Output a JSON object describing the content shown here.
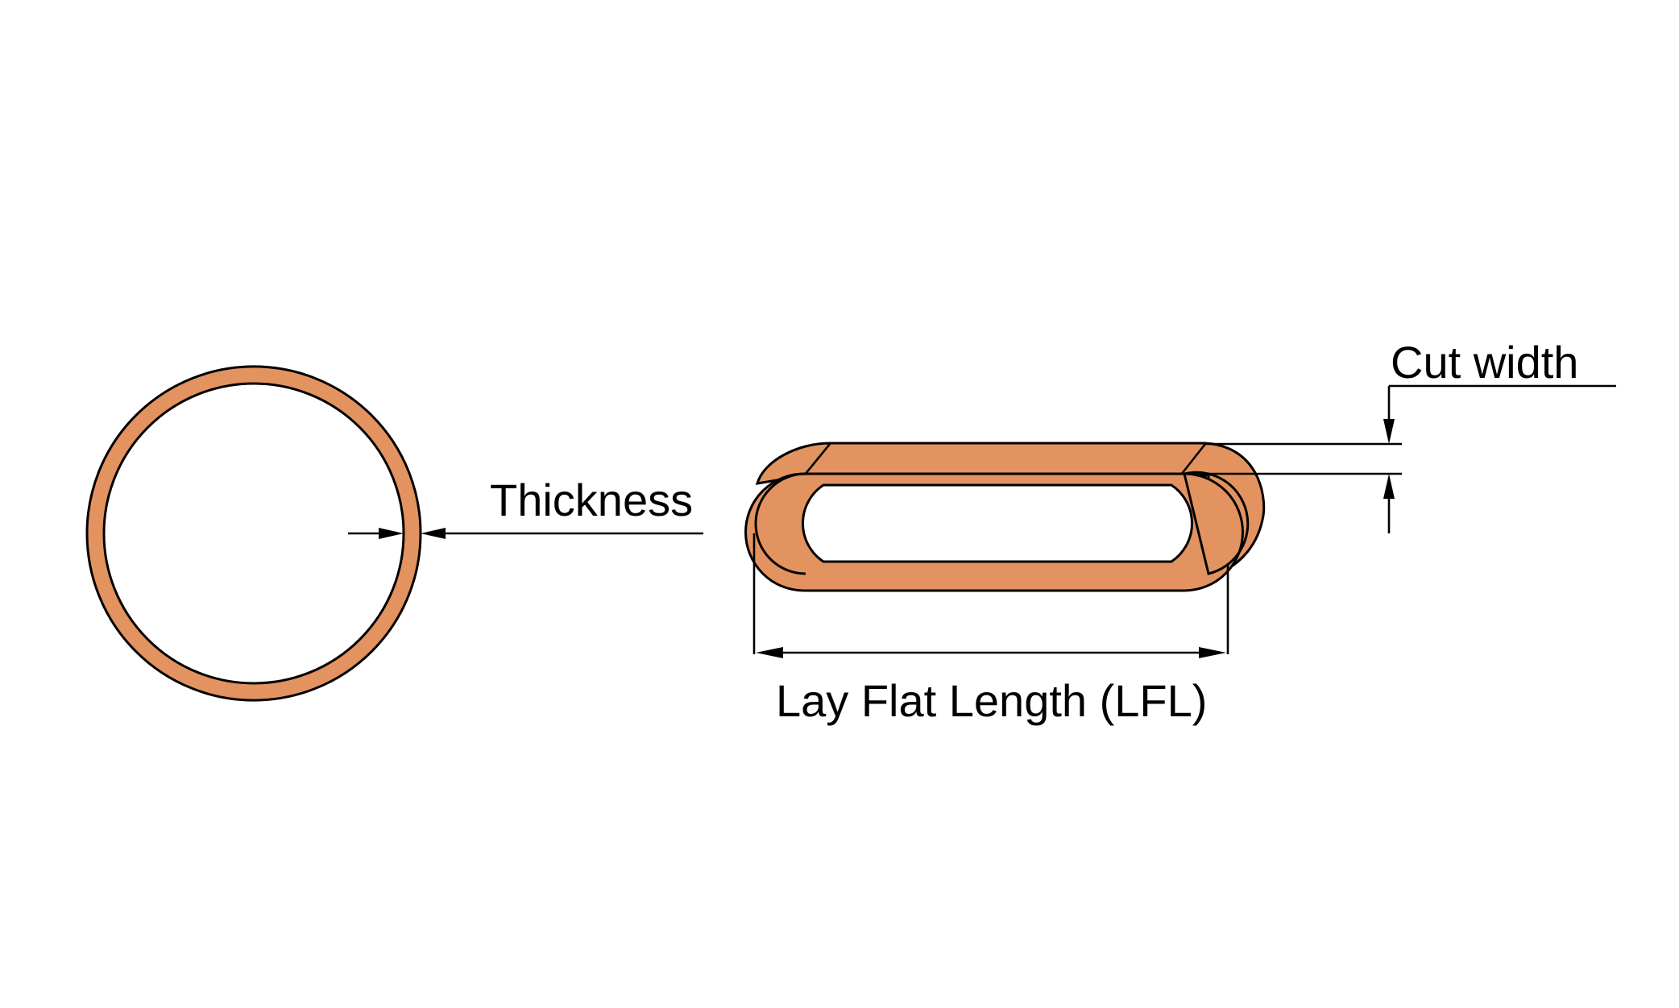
{
  "labels": {
    "thickness": "Thickness",
    "cut_width": "Cut width",
    "lay_flat_length": "Lay Flat Length (LFL)"
  },
  "colors": {
    "material_fill": "#E2935F",
    "line": "#000000",
    "background": "#FFFFFF"
  }
}
